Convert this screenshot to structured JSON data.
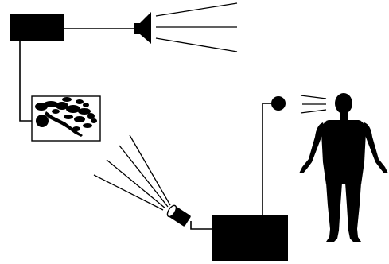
{
  "colors": {
    "ink": "#000000",
    "paper": "#ffffff"
  },
  "components": [
    {
      "id": "top-control-box",
      "icon": "black-box"
    },
    {
      "id": "loudspeaker",
      "icon": "speaker-icon",
      "emits": "sound-waves"
    },
    {
      "id": "picture-panel",
      "icon": "tree-silhouette-image"
    },
    {
      "id": "panel-sensor",
      "icon": "black-dot"
    },
    {
      "id": "camera-lamp",
      "icon": "spotlight-icon",
      "emits": "light-beams"
    },
    {
      "id": "bottom-control-box",
      "icon": "black-box"
    },
    {
      "id": "probe-sensor",
      "icon": "black-dot"
    },
    {
      "id": "human-figure",
      "icon": "human-silhouette-icon"
    }
  ]
}
